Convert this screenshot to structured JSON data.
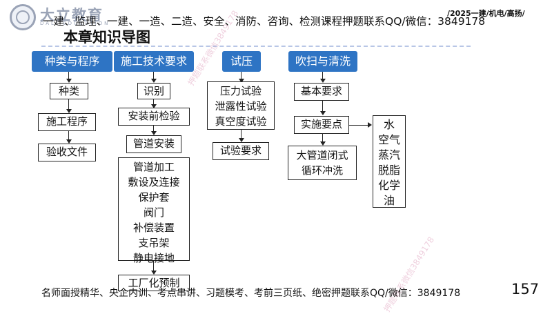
{
  "header": {
    "logo_text": "大立教育",
    "logo_sub": "DALI EDUCATION",
    "top_line": "一建、监理、一建、一造、二造、安全、消防、咨询、检测课程押题联系QQ/微信：3849178",
    "corner_tag": "/2025一建/机电/高扬/",
    "title": "本章知识导图"
  },
  "columns": [
    {
      "header": "种类与程序",
      "items": [
        "种类",
        "施工程序",
        "验收文件"
      ]
    },
    {
      "header": "施工技术要求",
      "items": [
        "识别",
        "安装前检验",
        "管道安装",
        "管道加工\n敷设及连接\n保护套\n阀门\n补偿装置\n支吊架\n静电接地",
        "工厂化预制"
      ]
    },
    {
      "header": "试压",
      "items": [
        "压力试验\n泄露性试验\n真空度试验",
        "试验要求"
      ]
    },
    {
      "header": "吹扫与清洗",
      "items": [
        "基本要求",
        "实施要点",
        "大管道闭式\n循环冲洗"
      ],
      "side_box": "水\n空气\n蒸汽\n脱脂\n化学\n油"
    }
  ],
  "footer": {
    "text": "名师面授精华、央企内训、考点串讲、习题模考、考前三页纸、绝密押题联系QQ/微信：3849178",
    "page_number": "157"
  },
  "watermarks": [
    "押题联系微信3849178",
    "押题联系微信3849178"
  ],
  "colors": {
    "header_bg": "#2e74c4",
    "header_text": "#ffffff",
    "logo_gray": "#9aa3b6"
  }
}
